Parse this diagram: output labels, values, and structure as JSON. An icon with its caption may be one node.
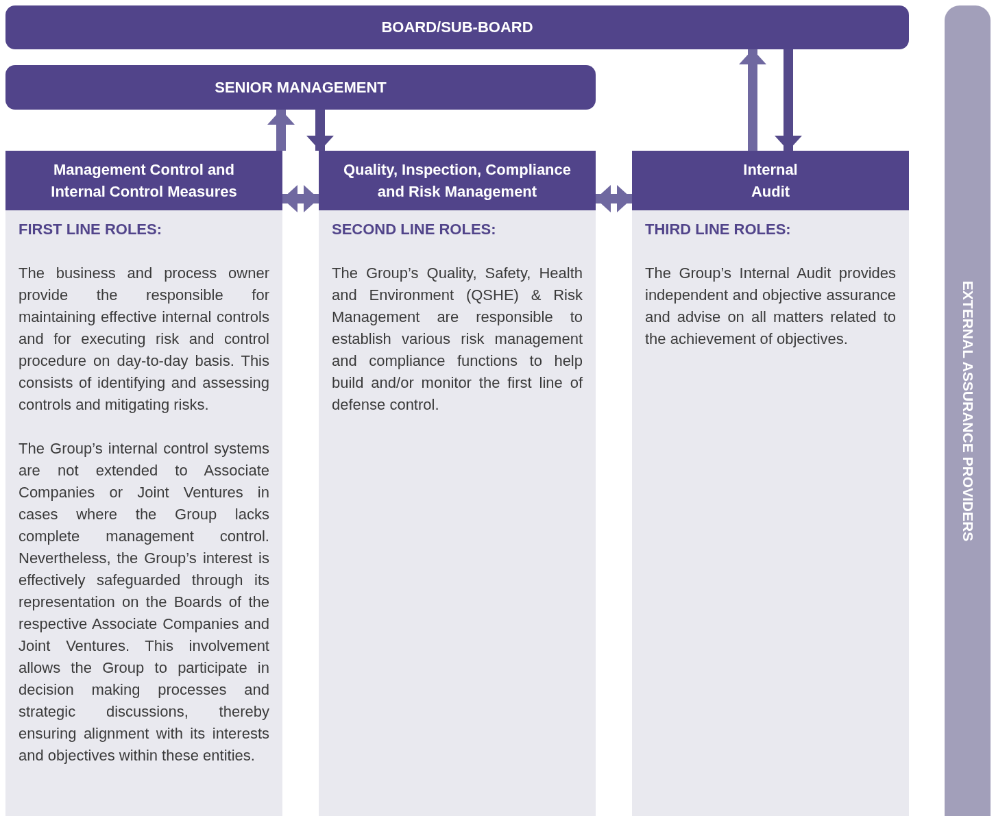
{
  "diagram": {
    "nodes": [
      {
        "text": [
          "BOARD/SUB-BOARD"
        ]
      },
      {
        "text": [
          "SENIOR MANAGEMENT"
        ]
      },
      {
        "text": [
          "Management Control and Internal Control Measures",
          "FIRST LINE ROLES:",
          "The business and process owner provide the responsible for maintaining effective internal controls and for executing risk and control procedure on day-to-day basis. This consists of identifying and assessing controls and mitigating risks.",
          "The Group’s internal control systems are not extended to Associate Companies or Joint Ventures in cases where the Group lacks complete management control. Nevertheless, the Group’s interest is effectively safeguarded through its representation on the Boards of the respective Associate Companies and Joint Ventures. This involvement allows the Group to participate in decision making processes and strategic discussions, thereby ensuring alignment with its interests and objectives within these entities."
        ]
      },
      {
        "text": [
          "Quality, Inspection, Compliance and Risk Management",
          "SECOND LINE ROLES:",
          "The Group’s Quality, Safety, Health and Environment (QSHE) & Risk Management are responsible to establish various risk management and compliance functions to help build and/or monitor the first line of defense control."
        ]
      },
      {
        "text": [
          "Internal Audit",
          "THIRD LINE ROLES:",
          "The Group’s Internal Audit provides independent and objective assurance and advise on all matters related to the achievement of objectives."
        ]
      },
      {
        "text": [
          "EXTERNAL ASSURANCE PROVIDERS"
        ]
      }
    ],
    "edges": [
      {
        "from": 2,
        "to": 1,
        "arrow": "to"
      },
      {
        "from": 1,
        "to": 3,
        "arrow": "to",
        "color": "#54498a"
      },
      {
        "from": 2,
        "to": 3,
        "arrow": "both"
      },
      {
        "from": 3,
        "to": 4,
        "arrow": "both"
      },
      {
        "from": 4,
        "to": 0,
        "arrow": "to"
      },
      {
        "from": 0,
        "to": 4,
        "arrow": "to",
        "color": "#54498a"
      }
    ]
  }
}
